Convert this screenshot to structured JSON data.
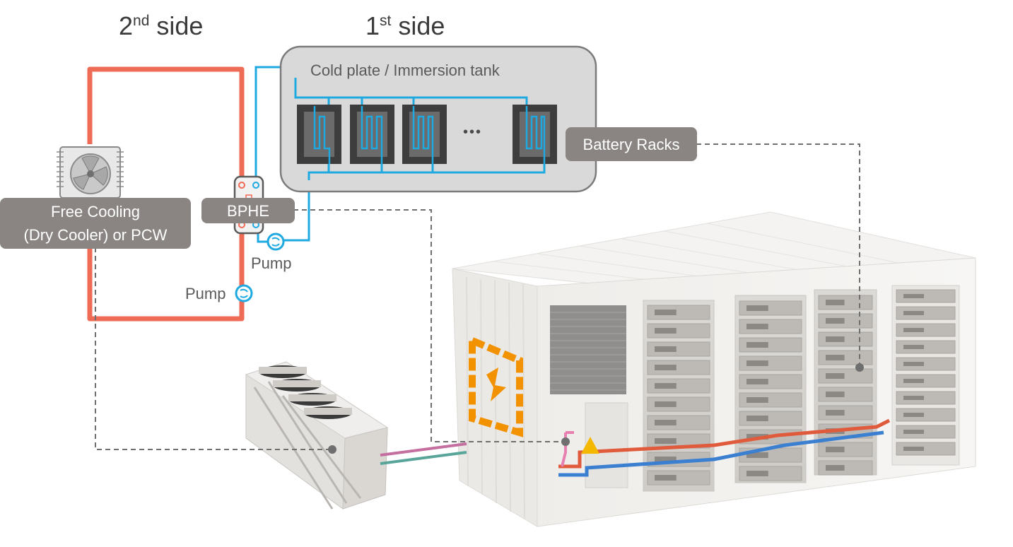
{
  "headers": {
    "second_side_num": "2",
    "second_side_sup": "nd",
    "second_side_word": "side",
    "first_side_num": "1",
    "first_side_sup": "st",
    "first_side_word": "side"
  },
  "labels": {
    "cold_plate": "Cold plate / Immersion tank",
    "ellipsis": "•••",
    "battery_racks": "Battery Racks",
    "bphe": "BPHE",
    "free_cooling_line1": "Free Cooling",
    "free_cooling_line2": "(Dry Cooler) or PCW",
    "pump_primary": "Pump",
    "pump_secondary": "Pump"
  },
  "colors": {
    "hot_loop": "#ee6b55",
    "cold_loop": "#1ea9e1",
    "dashed_leader": "#6f6f6f",
    "label_box": "#8a8583",
    "tank_fill": "#d9d9d9",
    "tank_border": "#7b7b7b",
    "module": "#3d3d3d",
    "container_accent": "#f39200"
  },
  "icons": {
    "dry_cooler": "fan-unit-icon",
    "pump": "pump-icon",
    "heat_exchanger": "plate-heat-exchanger-icon"
  }
}
